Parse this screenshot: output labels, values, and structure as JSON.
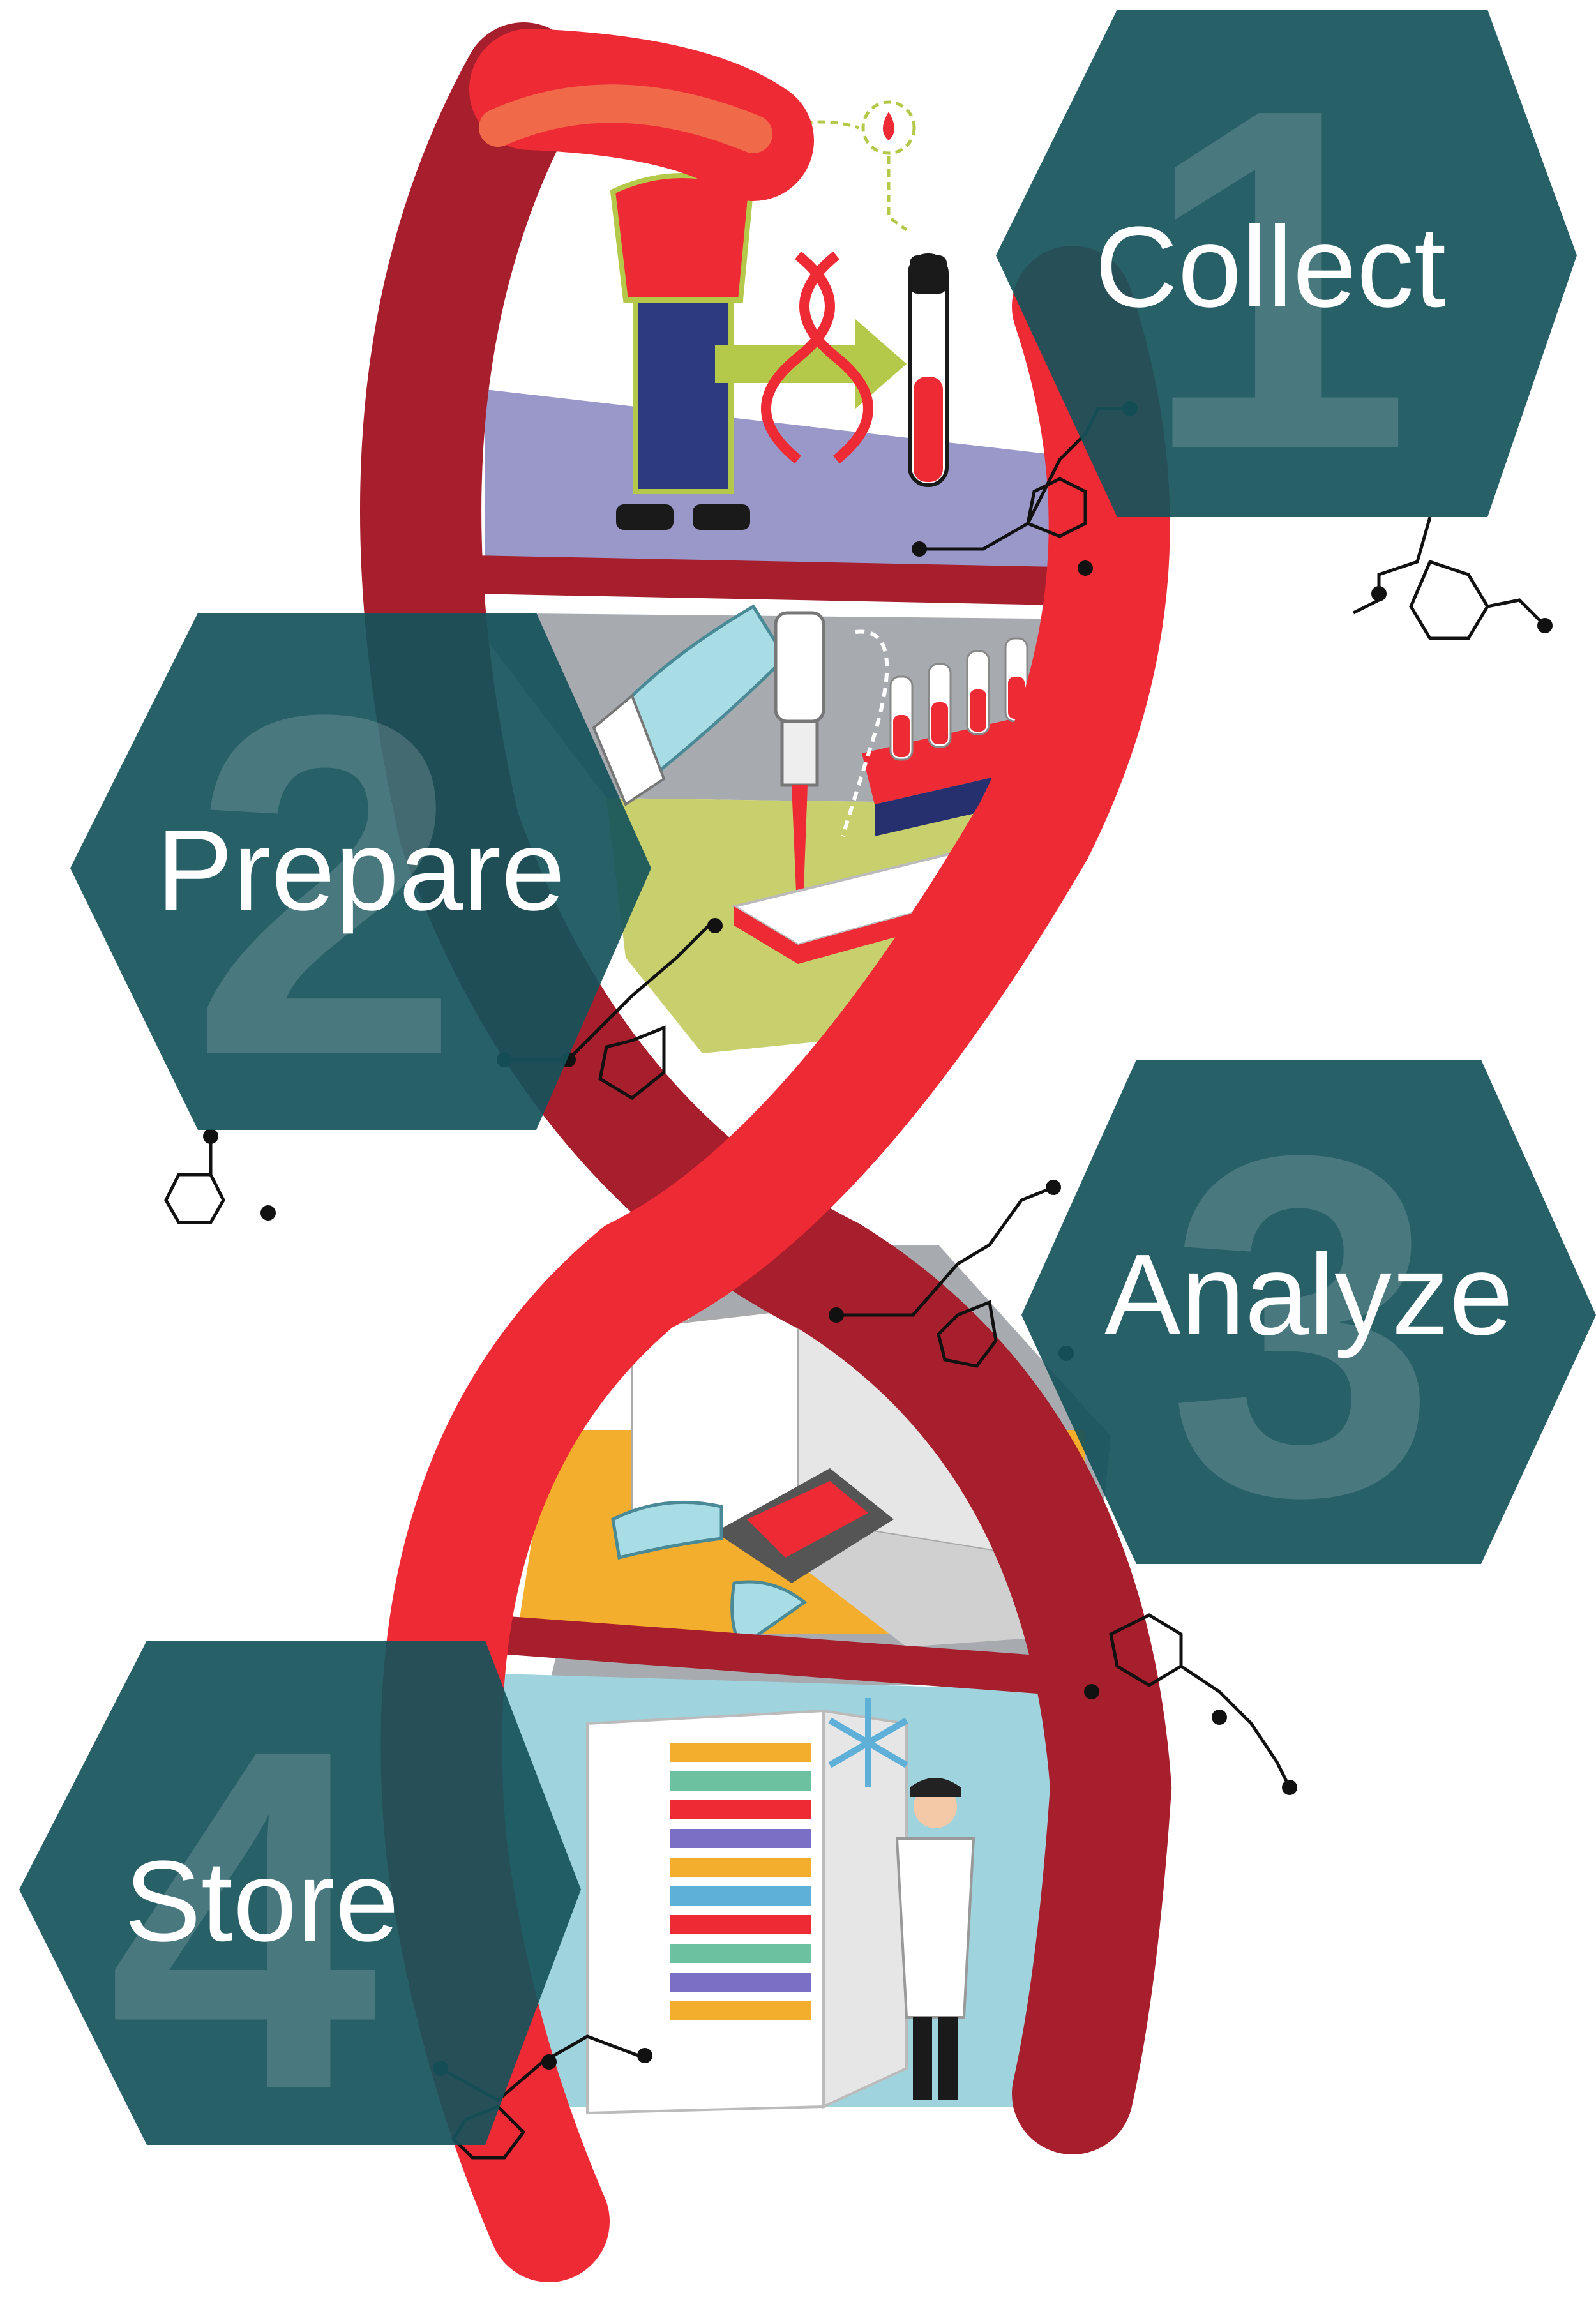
{
  "steps": [
    {
      "number": "1",
      "label": "Collect"
    },
    {
      "number": "2",
      "label": "Prepare"
    },
    {
      "number": "3",
      "label": "Analyze"
    },
    {
      "number": "4",
      "label": "Store"
    }
  ],
  "colors": {
    "hexagon": "#15535a",
    "helix_front": "#ee2a35",
    "helix_back": "#a71e2c",
    "collect_floor": "#9a97c9",
    "prepare_floor": "#c8d06e",
    "analyze_floor": "#f4ae2e",
    "store_wall": "#9fd3de"
  }
}
